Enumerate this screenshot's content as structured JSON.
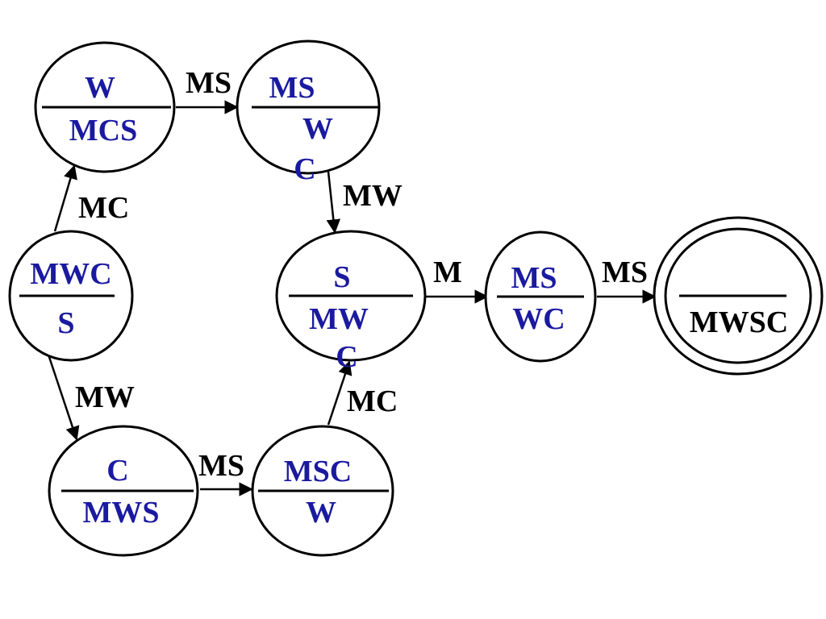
{
  "diagram": {
    "states": [
      {
        "id": "s1",
        "top": "W",
        "bottom": "MCS"
      },
      {
        "id": "s2",
        "top": "MS",
        "bottom": "W",
        "bottom2": "C"
      },
      {
        "id": "s0",
        "top": "MWC",
        "bottom": "S"
      },
      {
        "id": "s3",
        "top": "S",
        "bottom": "MW",
        "bottom2": "C"
      },
      {
        "id": "s4",
        "top": "MS",
        "bottom": "WC"
      },
      {
        "id": "s5",
        "top": "",
        "bottom": "MWSC",
        "accepting": true
      },
      {
        "id": "s6",
        "top": "C",
        "bottom": "MWS"
      },
      {
        "id": "s7",
        "top": "MSC",
        "bottom": "W"
      }
    ],
    "edges": [
      {
        "from": "s0",
        "to": "s1",
        "label": "MC"
      },
      {
        "from": "s1",
        "to": "s2",
        "label": "MS"
      },
      {
        "from": "s2",
        "to": "s3",
        "label": "MW"
      },
      {
        "from": "s0",
        "to": "s6",
        "label": "MW"
      },
      {
        "from": "s6",
        "to": "s7",
        "label": "MS"
      },
      {
        "from": "s7",
        "to": "s3",
        "label": "MC"
      },
      {
        "from": "s3",
        "to": "s4",
        "label": "M"
      },
      {
        "from": "s4",
        "to": "s5",
        "label": "MS"
      }
    ]
  },
  "colors": {
    "state_text": "#1a1aa0",
    "accept_text": "#000000",
    "stroke": "#000000"
  }
}
